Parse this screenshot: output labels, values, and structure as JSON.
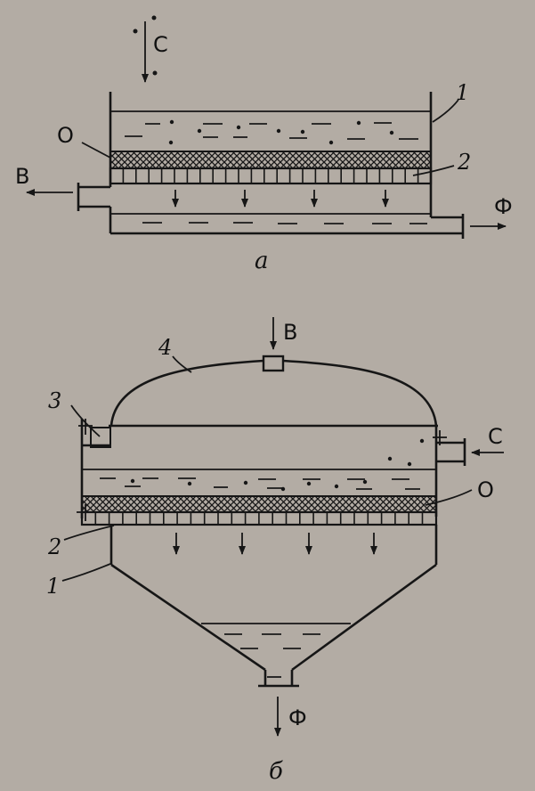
{
  "diagram_a": {
    "label_feed": "С",
    "label_sediment": "О",
    "label_wash": "В",
    "label_filtrate": "Ф",
    "label_housing": "1",
    "label_partition": "2",
    "caption": "а"
  },
  "diagram_b": {
    "label_wash": "В",
    "label_feed": "С",
    "label_sediment": "О",
    "label_filtrate": "Ф",
    "label_housing": "1",
    "label_partition": "2",
    "label_flange": "3",
    "label_lid": "4",
    "caption": "б"
  },
  "colors": {
    "background": "#b3aca4",
    "ink": "#161616"
  }
}
